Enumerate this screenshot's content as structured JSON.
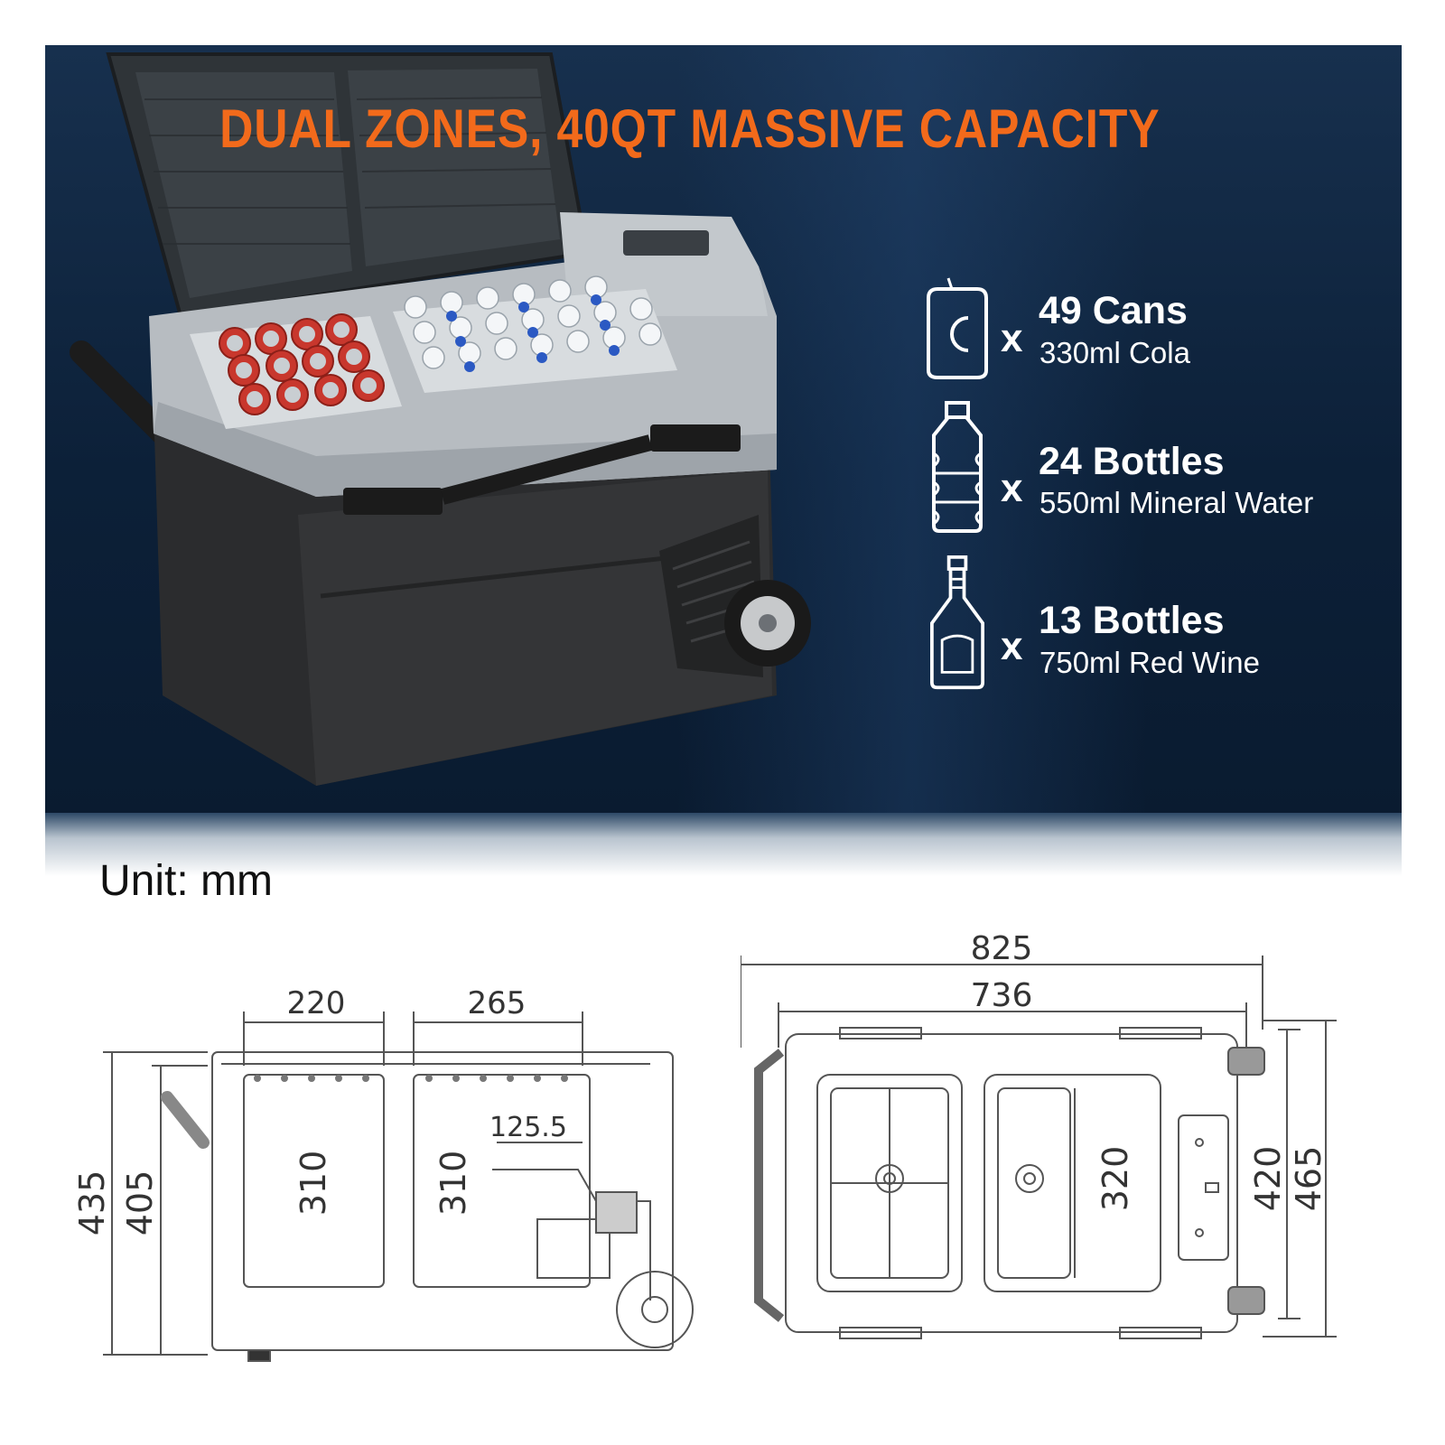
{
  "banner": {
    "headline": "DUAL ZONES, 40QT MASSIVE CAPACITY",
    "headline_color": "#f26a1b",
    "background_color": "#0c2038"
  },
  "capacity": [
    {
      "icon": "can-icon",
      "multiplier": "x",
      "title": "49 Cans",
      "subtitle": "330ml Cola"
    },
    {
      "icon": "water-bottle-icon",
      "multiplier": "x",
      "title": "24 Bottles",
      "subtitle": "550ml Mineral Water"
    },
    {
      "icon": "wine-bottle-icon",
      "multiplier": "x",
      "title": "13 Bottles",
      "subtitle": "750ml Red Wine"
    }
  ],
  "unit_label": "Unit: mm",
  "side_view": {
    "widths": [
      "220",
      "265"
    ],
    "inner_offset": "125.5",
    "heights": [
      "435",
      "405"
    ],
    "compartment_depths": [
      "310",
      "310"
    ]
  },
  "top_view": {
    "widths": [
      "825",
      "736"
    ],
    "heights": [
      "320",
      "420",
      "465"
    ]
  }
}
